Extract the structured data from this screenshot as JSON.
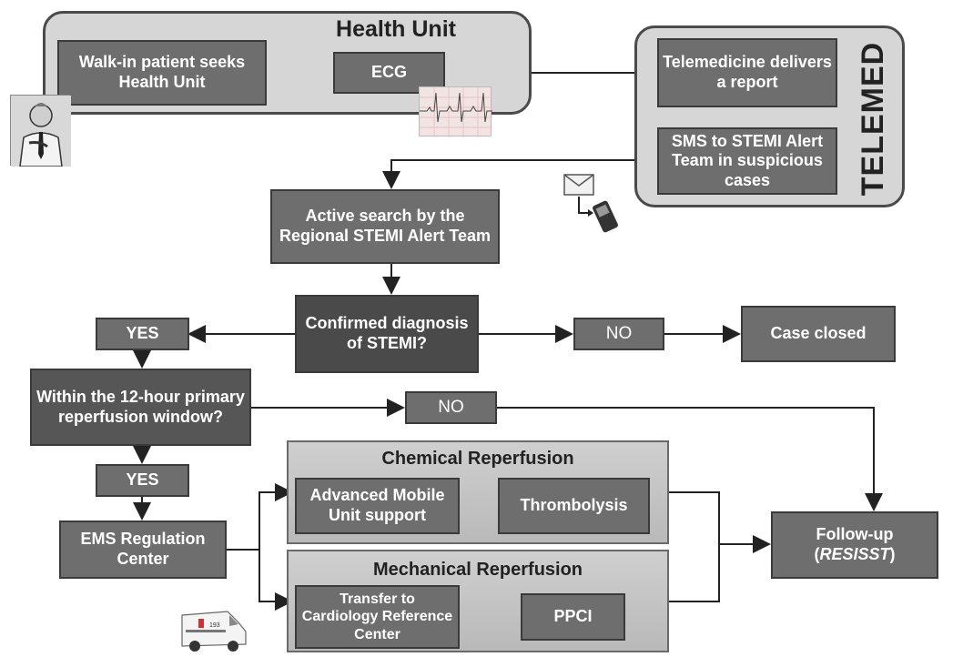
{
  "health_unit": {
    "title": "Health Unit",
    "walk_in": "Walk-in patient seeks Health Unit",
    "ecg": "ECG"
  },
  "telemed": {
    "label": "TELEMED",
    "report": "Telemedicine delivers a report",
    "sms": "SMS to STEMI Alert Team in suspicious cases"
  },
  "active_search": "Active search by the Regional STEMI Alert Team",
  "confirmed": "Confirmed diagnosis of STEMI?",
  "yes_1": "YES",
  "no_1": "NO",
  "case_closed": "Case closed",
  "window": "Within the 12-hour primary reperfusion window?",
  "no_2": "NO",
  "yes_2": "YES",
  "ems": "EMS Regulation Center",
  "chemical": {
    "title": "Chemical Reperfusion",
    "mobile": "Advanced Mobile Unit support",
    "thrombolysis": "Thrombolysis"
  },
  "mechanical": {
    "title": "Mechanical Reperfusion",
    "transfer": "Transfer to Cardiology Reference Center",
    "ppci": "PPCI"
  },
  "follow_up": {
    "line1": "Follow-up",
    "line2": "RESISST"
  },
  "ambulance_text": "193",
  "colors": {
    "box": "#6e6e6e",
    "box_dark": "#4a4a4a",
    "group_bg": "#d6d6d6",
    "arrow": "#222222"
  }
}
